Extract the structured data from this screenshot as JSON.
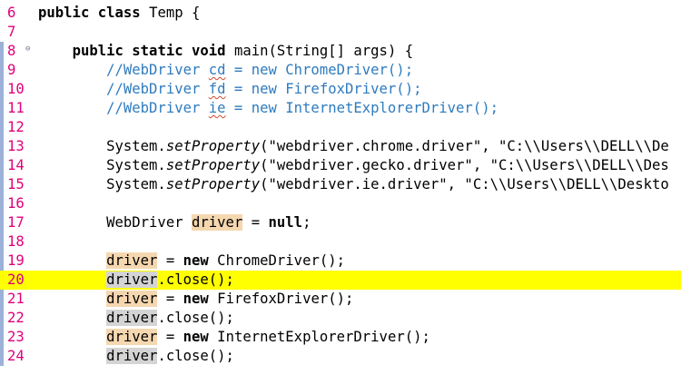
{
  "colors": {
    "line_number": "#e0007a",
    "comment": "#2f7bbf",
    "current_line": "#ffff00",
    "occurrence_write": "#f5d7b0",
    "occurrence_read": "#d4d4d4"
  },
  "lines": [
    {
      "n": "6",
      "segs": [
        [
          "kw",
          "public"
        ],
        [
          "",
          ""
        ],
        [
          "kw",
          " class"
        ],
        [
          "",
          " Temp {"
        ]
      ]
    },
    {
      "n": "7",
      "segs": []
    },
    {
      "n": "8",
      "fold": "⊖",
      "segs": [
        [
          "",
          "    "
        ],
        [
          "kw",
          "public static void"
        ],
        [
          "",
          " main(String[] args) {"
        ]
      ]
    },
    {
      "n": "9",
      "segs": [
        [
          "cm",
          "        //WebDriver "
        ],
        [
          "cm squig",
          "cd"
        ],
        [
          "cm",
          " = new ChromeDriver();"
        ]
      ]
    },
    {
      "n": "10",
      "segs": [
        [
          "cm",
          "        //WebDriver "
        ],
        [
          "cm squig",
          "fd"
        ],
        [
          "cm",
          " = new FirefoxDriver();"
        ]
      ]
    },
    {
      "n": "11",
      "segs": [
        [
          "cm",
          "        //WebDriver "
        ],
        [
          "cm squig",
          "ie"
        ],
        [
          "cm",
          " = new InternetExplorerDriver();"
        ]
      ]
    },
    {
      "n": "12",
      "segs": []
    },
    {
      "n": "13",
      "segs": [
        [
          "",
          "        System."
        ],
        [
          "it",
          "setProperty"
        ],
        [
          "",
          "(\"webdriver.chrome.driver\", \"C:\\\\Users\\\\DELL\\\\De"
        ]
      ]
    },
    {
      "n": "14",
      "segs": [
        [
          "",
          "        System."
        ],
        [
          "it",
          "setProperty"
        ],
        [
          "",
          "(\"webdriver.gecko.driver\", \"C:\\\\Users\\\\DELL\\\\Des"
        ]
      ]
    },
    {
      "n": "15",
      "segs": [
        [
          "",
          "        System."
        ],
        [
          "it",
          "setProperty"
        ],
        [
          "",
          "(\"webdriver.ie.driver\", \"C:\\\\Users\\\\DELL\\\\Deskto"
        ]
      ]
    },
    {
      "n": "16",
      "segs": []
    },
    {
      "n": "17",
      "segs": [
        [
          "",
          "        WebDriver "
        ],
        [
          "occ-write",
          "driver"
        ],
        [
          "",
          " = "
        ],
        [
          "kw",
          "null"
        ],
        [
          "",
          ";"
        ]
      ]
    },
    {
      "n": "18",
      "segs": []
    },
    {
      "n": "19",
      "segs": [
        [
          "",
          "        "
        ],
        [
          "occ-write",
          "driver"
        ],
        [
          "",
          " = "
        ],
        [
          "kw",
          "new"
        ],
        [
          "",
          " ChromeDriver();"
        ]
      ]
    },
    {
      "n": "20",
      "current": true,
      "segs": [
        [
          "",
          "        "
        ],
        [
          "occ-read",
          "driver"
        ],
        [
          "",
          ".close();"
        ]
      ]
    },
    {
      "n": "21",
      "segs": [
        [
          "",
          "        "
        ],
        [
          "occ-write",
          "driver"
        ],
        [
          "",
          " = "
        ],
        [
          "kw",
          "new"
        ],
        [
          "",
          " FirefoxDriver();"
        ]
      ]
    },
    {
      "n": "22",
      "segs": [
        [
          "",
          "        "
        ],
        [
          "occ-read",
          "driver"
        ],
        [
          "",
          ".close();"
        ]
      ]
    },
    {
      "n": "23",
      "segs": [
        [
          "",
          "        "
        ],
        [
          "occ-write",
          "driver"
        ],
        [
          "",
          " = "
        ],
        [
          "kw",
          "new"
        ],
        [
          "",
          " InternetExplorerDriver();"
        ]
      ]
    },
    {
      "n": "24",
      "segs": [
        [
          "",
          "        "
        ],
        [
          "occ-read",
          "driver"
        ],
        [
          "",
          ".close();"
        ]
      ]
    }
  ]
}
